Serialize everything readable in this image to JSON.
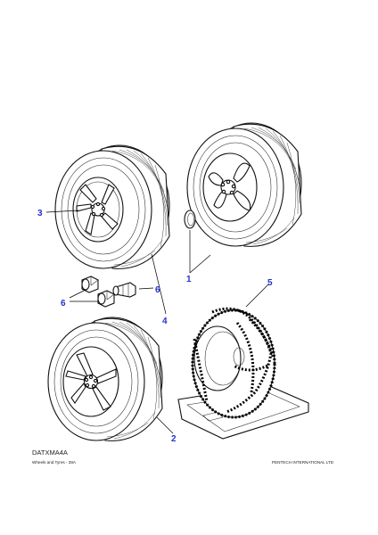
{
  "diagram": {
    "code": "DATXMA4A",
    "footer_left": "Wheels and Tyres - 38A",
    "footer_right": "PENTECH INTERNATIONAL LTD",
    "callouts": {
      "c1": "1",
      "c2": "2",
      "c3": "3",
      "c4": "4",
      "c5": "5",
      "c6a": "6",
      "c6b": "6"
    },
    "colors": {
      "callout": "#2233cc",
      "ink": "#111111"
    }
  }
}
